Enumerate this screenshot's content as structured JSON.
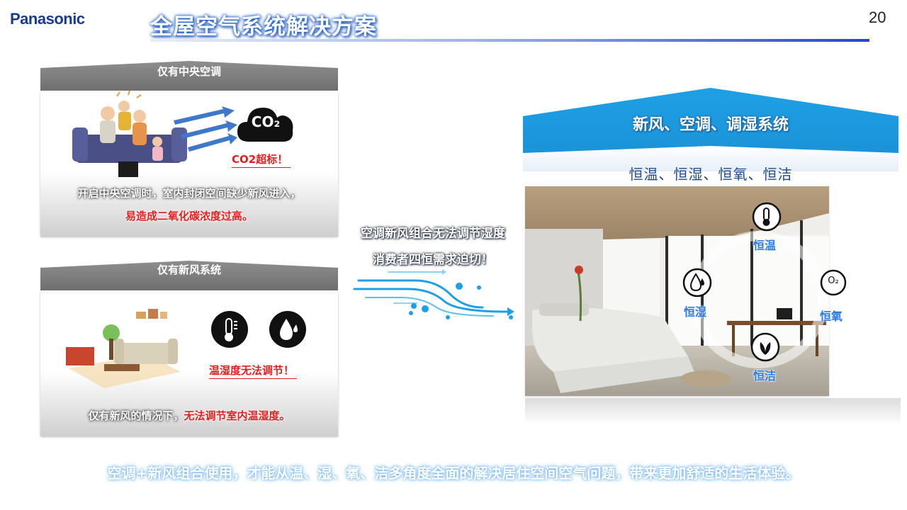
{
  "header": {
    "brand": "Panasonic",
    "title": "全屋空气系统解决方案",
    "page_number": "20"
  },
  "panel_ac_only": {
    "label": "仅有中央空调",
    "co2_badge": "CO₂",
    "warning": "CO2超标！",
    "caption_line1": "开启中央空调时，室内封闭空间缺少新风进入，",
    "caption_line2": "易造成二氧化碳浓度过高。"
  },
  "panel_fresh_air_only": {
    "label": "仅有新风系统",
    "warning": "温湿度无法调节！",
    "caption_prefix": "仅有新风的情况下，",
    "caption_red": "无法调节室内温湿度。"
  },
  "middle": {
    "line1": "空调新风组合无法调节湿度",
    "line2": "消费者四恒需求迫切！"
  },
  "system": {
    "title": "新风、空调、调湿系统",
    "subtitle": "恒温、恒湿、恒氧、恒洁",
    "labels": {
      "temp": "恒温",
      "humidity": "恒湿",
      "oxygen": "恒氧",
      "clean": "恒洁"
    },
    "oxygen_icon_text": "O₂"
  },
  "footer": {
    "text": "空调+新风组合使用，才能从温、湿、氧、洁多角度全面的解决居住空间空气问题，带来更加舒适的生活体验。"
  },
  "colors": {
    "brand_navy": "#1b3a8c",
    "title_blue": "#2a66c9",
    "warning_red": "#e02020",
    "sky_blue": "#1ea0e6",
    "icon_blue": "#2a7be0"
  }
}
